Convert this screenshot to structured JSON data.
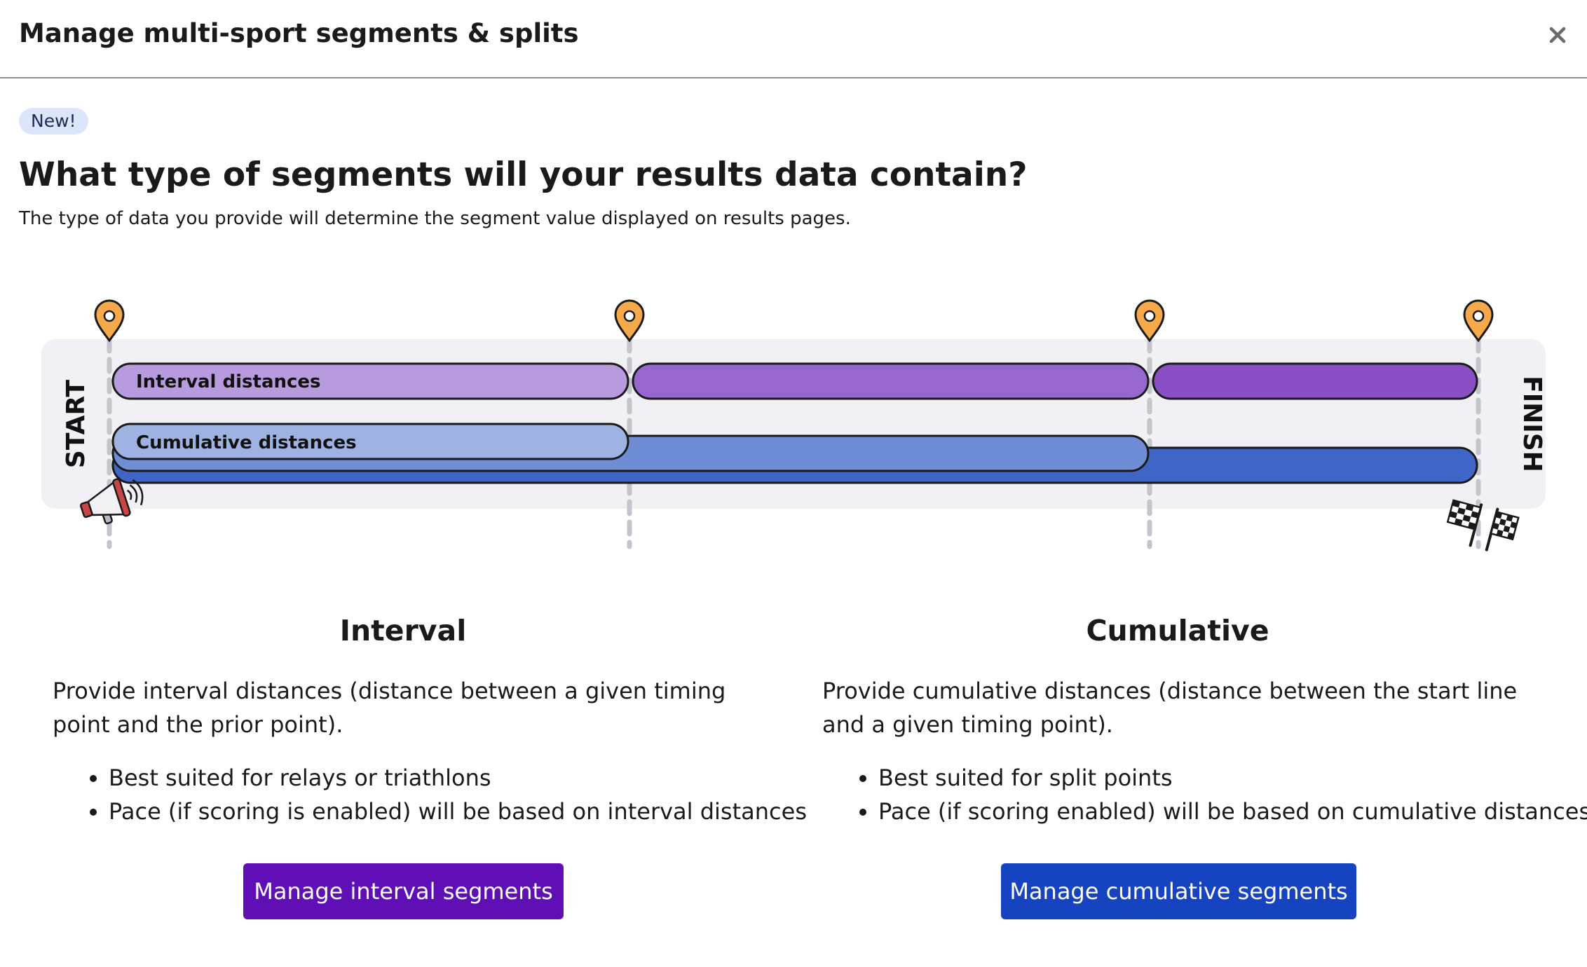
{
  "modal": {
    "title": "Manage multi-sport segments & splits",
    "close_icon": "close-icon"
  },
  "badge": "New!",
  "heading": "What type of segments will your results data contain?",
  "subheading": "The type of data you provide will determine the segment value displayed on results pages.",
  "diagram": {
    "start_label": "START",
    "finish_label": "FINISH",
    "interval_bar_label": "Interval distances",
    "cumulative_bar_label": "Cumulative distances",
    "start_icon": "megaphone-icon",
    "finish_icon": "checkered-flag-icon",
    "timing_point_icon": "map-pin-icon",
    "colors": {
      "pin": "#f5a94a",
      "interval": [
        "#b89ade",
        "#9668cf",
        "#894fc5"
      ],
      "cumulative": [
        "#9fb3e3",
        "#6f8dd4",
        "#3f66c6"
      ],
      "track_bg": "#f1f0f5"
    }
  },
  "interval": {
    "title": "Interval",
    "description": "Provide interval distances (distance between a given timing point and the prior point).",
    "bullets": [
      "Best suited for relays or triathlons",
      "Pace (if scoring is enabled) will be based on interval distances"
    ],
    "button_label": "Manage interval segments",
    "button_color": "#5f0fb5"
  },
  "cumulative": {
    "title": "Cumulative",
    "description": "Provide cumulative distances (distance between the start line and a given timing point).",
    "bullets": [
      "Best suited for split points",
      "Pace (if scoring enabled) will be based on cumulative distances"
    ],
    "button_label": "Manage cumulative segments",
    "button_color": "#1643bf"
  }
}
